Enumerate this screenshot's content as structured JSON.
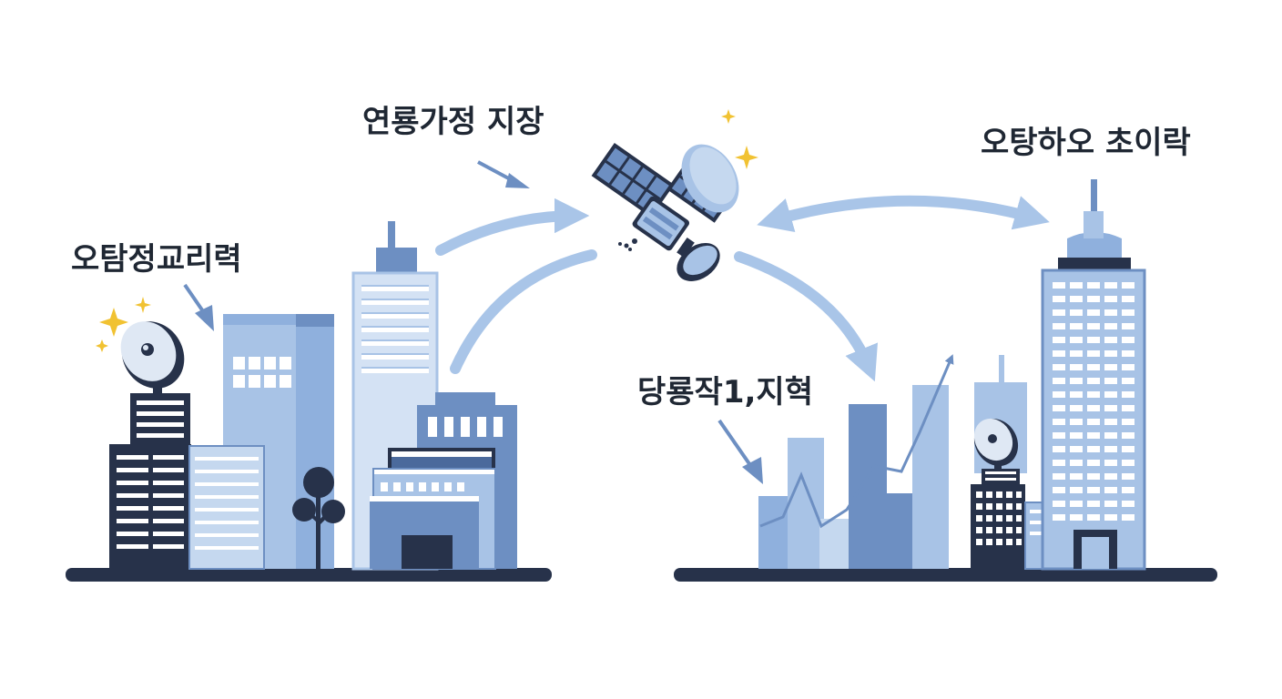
{
  "labels": {
    "top_center": "연룡가정 지장",
    "top_right": "오탕하오 초이락",
    "left": "오탐정교리력",
    "bottom_center": "당룡작1,지혁"
  },
  "colors": {
    "dark": "#27324a",
    "mid_blue": "#6d8fc2",
    "light_blue": "#a8c3e6",
    "pale_blue": "#c5d8ef",
    "arrow": "#a9c5e8",
    "sparkle": "#f1c232",
    "ground": "#27324a"
  },
  "icons": [
    "satellite-icon",
    "satellite-dish-icon",
    "sparkle-icon",
    "tree-icon",
    "trend-arrow-icon"
  ]
}
